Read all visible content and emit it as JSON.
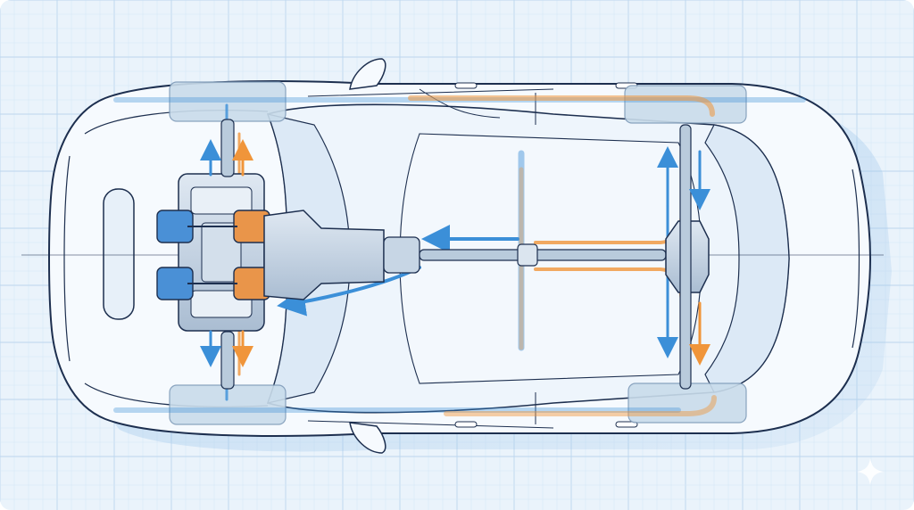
{
  "diagram": {
    "style": "blueprint",
    "colors": {
      "background": "#eaf3fb",
      "grid_minor": "#d4e6f6",
      "grid_major": "#bcd6ee",
      "outline": "#1d2f4f",
      "body_fill": "#f6fafe",
      "glass_fill": "#dce9f6",
      "cold_flow": "#3b8fd8",
      "hot_flow": "#f0953a",
      "metal": "#c8d6e6",
      "metal_dark": "#9fb3c9"
    },
    "components": [
      "car-body-top-view",
      "engine-boxer",
      "transmission",
      "driveshaft",
      "rear-differential",
      "front-axle",
      "rear-axle",
      "wheels"
    ],
    "flows": [
      {
        "name": "cold",
        "color": "cold_flow",
        "icon": "arrow"
      },
      {
        "name": "hot",
        "color": "hot_flow",
        "icon": "arrow"
      }
    ],
    "watermark_icon": "sparkle-icon"
  }
}
